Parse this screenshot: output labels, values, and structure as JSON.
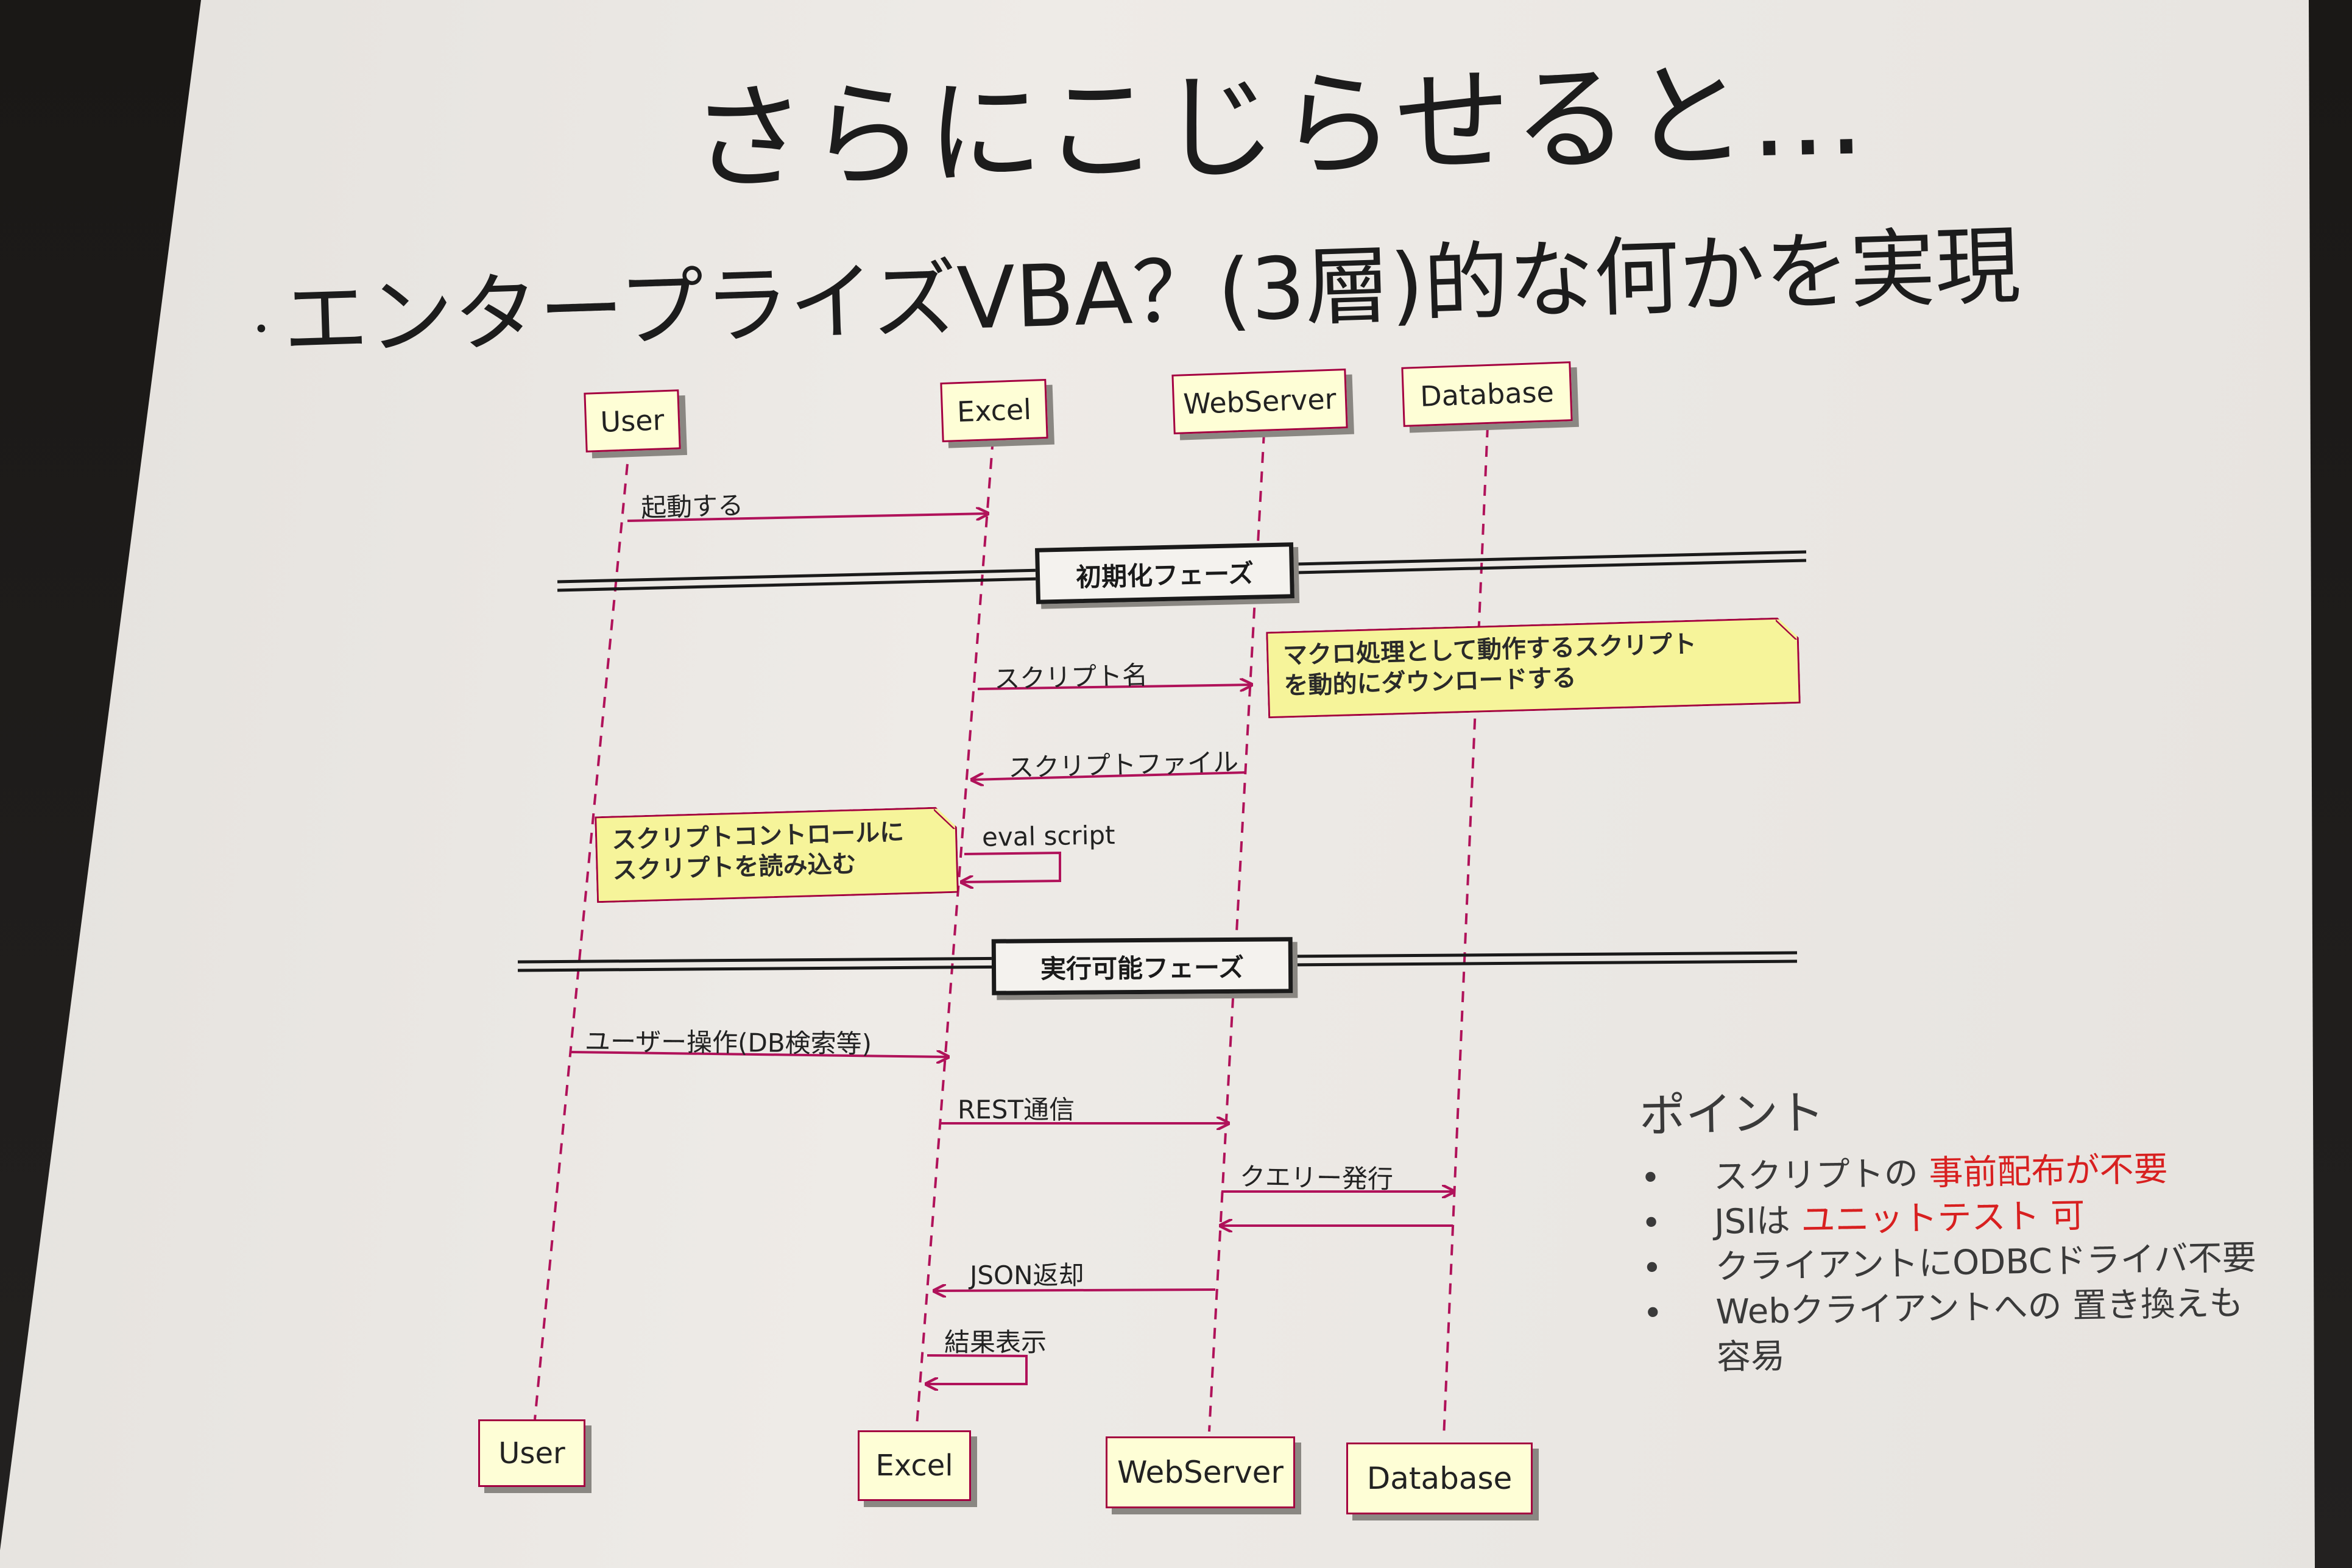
{
  "slide": {
    "title": "さらにこじらせると…",
    "subtitle": "エンタープライズVBA？(3層)的な何かを実現",
    "bullet_mark": "・"
  },
  "diagram": {
    "participants": [
      "User",
      "Excel",
      "WebServer",
      "Database"
    ],
    "dividers": [
      "初期化フェーズ",
      "実行可能フェーズ"
    ],
    "messages": [
      {
        "from": "User",
        "to": "Excel",
        "label": "起動する"
      },
      {
        "from": "Excel",
        "to": "WebServer",
        "label": "スクリプト名"
      },
      {
        "from": "WebServer",
        "to": "Excel",
        "label": "スクリプトファイル"
      },
      {
        "from": "Excel",
        "to": "Excel",
        "label": "eval script"
      },
      {
        "from": "User",
        "to": "Excel",
        "label": "ユーザー操作(DB検索等)"
      },
      {
        "from": "Excel",
        "to": "WebServer",
        "label": "REST通信"
      },
      {
        "from": "WebServer",
        "to": "Database",
        "label": "クエリー発行"
      },
      {
        "from": "Database",
        "to": "WebServer",
        "label": ""
      },
      {
        "from": "WebServer",
        "to": "Excel",
        "label": "JSON返却"
      },
      {
        "from": "Excel",
        "to": "Excel",
        "label": "結果表示"
      }
    ],
    "notes": [
      {
        "lines": [
          "マクロ処理として動作するスクリプト",
          "を動的にダウンロードする"
        ]
      },
      {
        "lines": [
          "スクリプトコントロールに",
          "スクリプトを読み込む"
        ]
      }
    ],
    "colors": {
      "arrow": "#b0125a",
      "lifeline": "#b0125a",
      "note": "#f6f49a",
      "participant": "#fefed6"
    }
  },
  "points": {
    "heading": "ポイント",
    "items": [
      {
        "plain": "スクリプトの ",
        "highlight": "事前配布が不要",
        "rest": ""
      },
      {
        "plain": "JSIは ",
        "highlight": "ユニットテスト 可",
        "rest": ""
      },
      {
        "plain": "クライアントにODBCドライバ不要",
        "highlight": "",
        "rest": ""
      },
      {
        "plain": "Webクライアントへの 置き換えも",
        "highlight": "",
        "rest": ""
      },
      {
        "plain": "容易",
        "highlight": "",
        "rest": ""
      }
    ],
    "highlight_color": "#d82020"
  }
}
